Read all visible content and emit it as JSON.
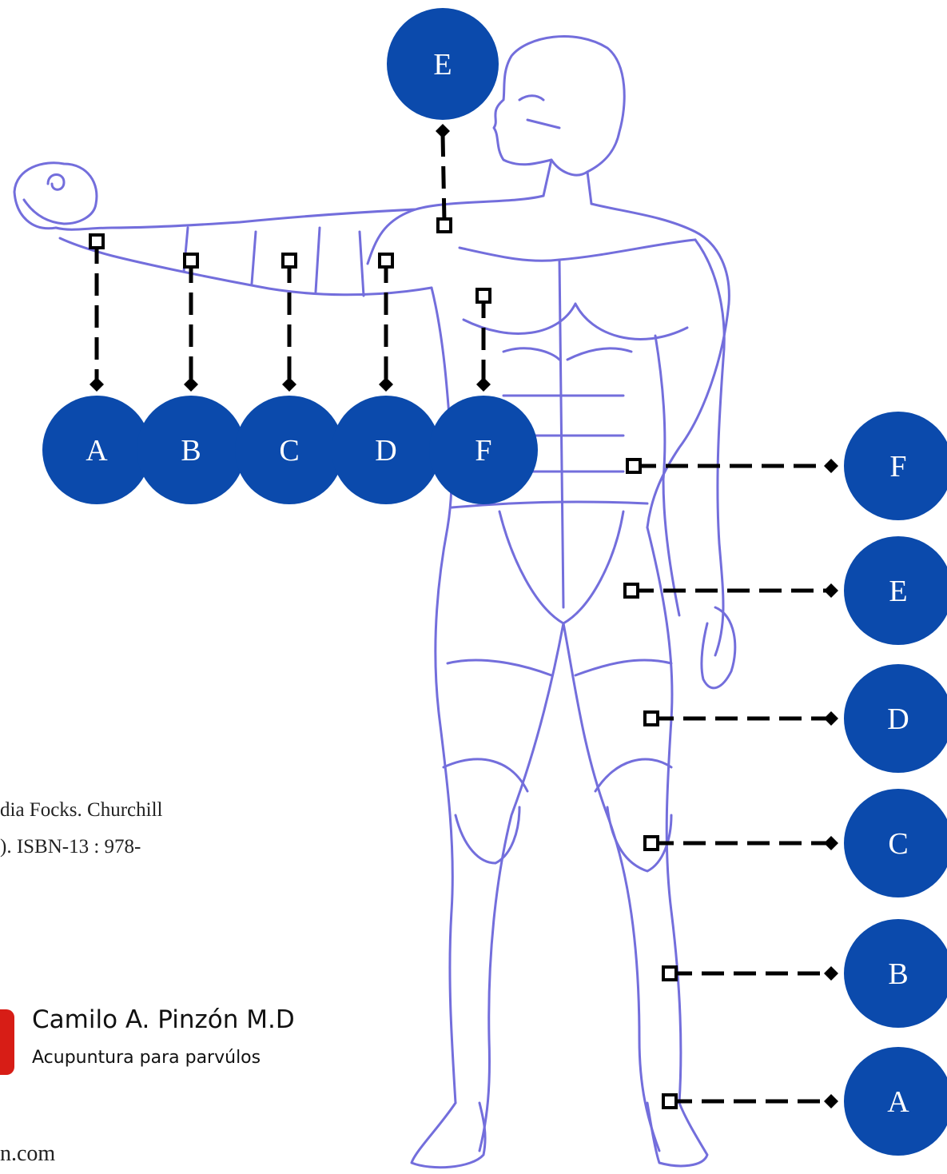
{
  "colors": {
    "marker_fill": "#0b4aac",
    "figure_line": "#5b55d6",
    "connector": "#000000",
    "logo": "#d71d16"
  },
  "arm_markers": [
    {
      "letter": "A"
    },
    {
      "letter": "B"
    },
    {
      "letter": "C"
    },
    {
      "letter": "D"
    },
    {
      "letter": "F"
    }
  ],
  "shoulder_marker": {
    "letter": "E"
  },
  "leg_markers": [
    {
      "letter": "F"
    },
    {
      "letter": "E"
    },
    {
      "letter": "D"
    },
    {
      "letter": "C"
    },
    {
      "letter": "B"
    },
    {
      "letter": "A"
    }
  ],
  "footer": {
    "citation_line1": "dia Focks. Churchill",
    "citation_line2": "). ISBN-13 : 978-",
    "author": "Camilo A. Pinzón M.D",
    "tagline": "Acupuntura para parvúlos",
    "website": "n.com",
    "logo": "red-logo-badge"
  }
}
